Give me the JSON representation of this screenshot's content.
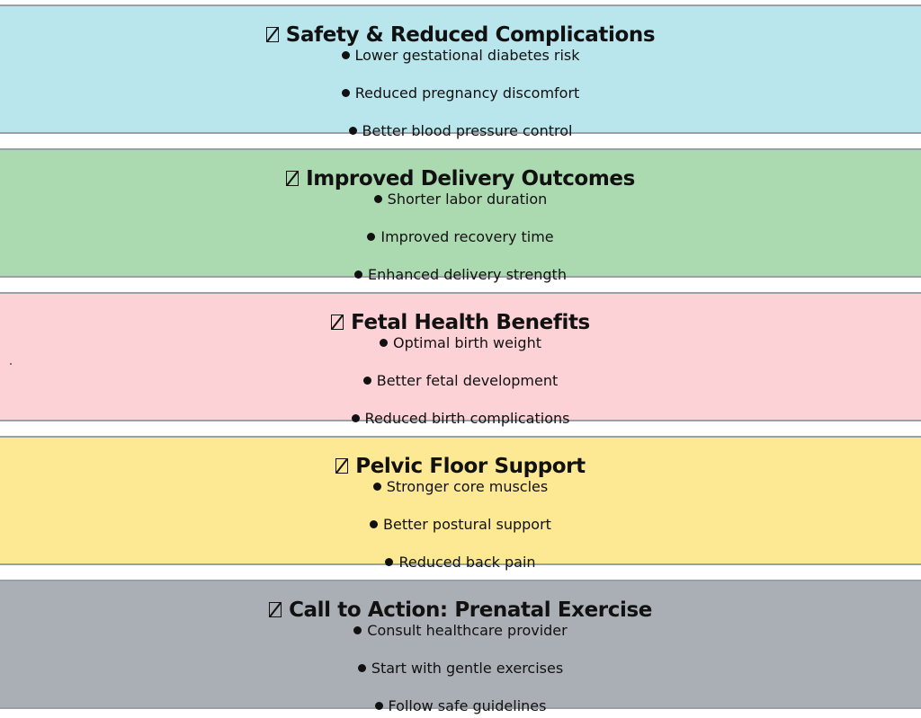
{
  "sections": [
    {
      "title": "Safety & Reduced Complications",
      "color": "#b9e5ec",
      "icon": "missing-glyph-icon",
      "bullets": [
        "Lower gestational diabetes risk",
        "Reduced pregnancy discomfort",
        "Better blood pressure control"
      ]
    },
    {
      "title": "Improved Delivery Outcomes",
      "color": "#acdab0",
      "icon": "missing-glyph-icon",
      "bullets": [
        "Shorter labor duration",
        "Improved recovery time",
        "Enhanced delivery strength"
      ]
    },
    {
      "title": "Fetal Health Benefits",
      "color": "#fdd2d6",
      "icon": "missing-glyph-icon",
      "bullets": [
        "Optimal birth weight",
        "Better fetal development",
        "Reduced birth complications"
      ]
    },
    {
      "title": "Pelvic Floor Support",
      "color": "#fde994",
      "icon": "missing-glyph-icon",
      "bullets": [
        "Stronger core muscles",
        "Better postural support",
        "Reduced back pain"
      ]
    },
    {
      "title": "Call to Action: Prenatal Exercise",
      "color": "#a9afb5",
      "icon": "missing-glyph-icon",
      "bullets": [
        "Consult healthcare provider",
        "Start with gentle exercises",
        "Follow safe guidelines"
      ]
    }
  ]
}
